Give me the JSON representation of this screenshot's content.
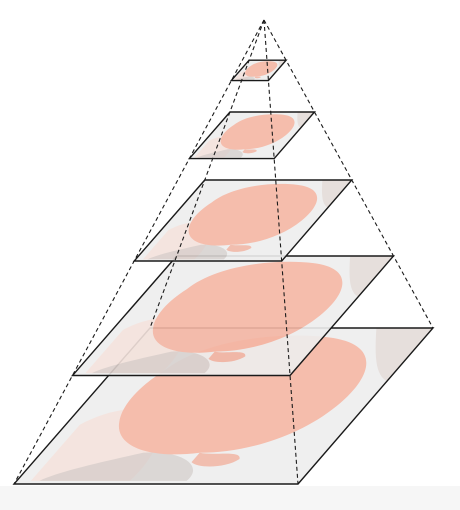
{
  "diagram": {
    "kind": "image-pyramid",
    "level_count": 5,
    "edge_style": "dashed",
    "colors": {
      "background": "#ffffff",
      "image_wash": "#eeeeee",
      "image_subject": "#f4b6a4",
      "image_hand": "#f3e2dc",
      "image_dark": "#b9b1ae",
      "outline": "#1a1a1a"
    }
  }
}
